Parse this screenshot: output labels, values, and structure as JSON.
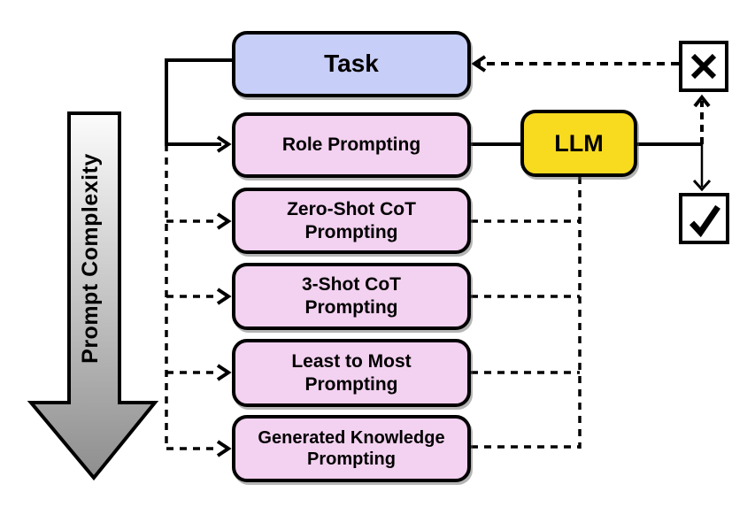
{
  "complexity_arrow": {
    "label": "Prompt Complexity"
  },
  "nodes": {
    "task": {
      "label": "Task"
    },
    "role_prompting": {
      "label": "Role Prompting"
    },
    "zero_shot_cot": {
      "label": "Zero-Shot CoT\nPrompting"
    },
    "three_shot_cot": {
      "label": "3-Shot CoT\nPrompting"
    },
    "least_to_most": {
      "label": "Least to Most\nPrompting"
    },
    "generated_knowledge": {
      "label": "Generated Knowledge\nPrompting"
    },
    "llm": {
      "label": "LLM"
    },
    "incorrect_result": {
      "icon": "x-mark-icon"
    },
    "correct_result": {
      "icon": "check-mark-icon"
    }
  },
  "colors": {
    "task_fill": "#c7cef7",
    "prompting_fill": "#f3d1f0",
    "llm_fill": "#f8da1f",
    "outline": "#000000",
    "complexity_arrow_gradient_top": "#fcfcfc",
    "complexity_arrow_gradient_bottom": "#8e8e8e",
    "background": "#ffffff"
  }
}
